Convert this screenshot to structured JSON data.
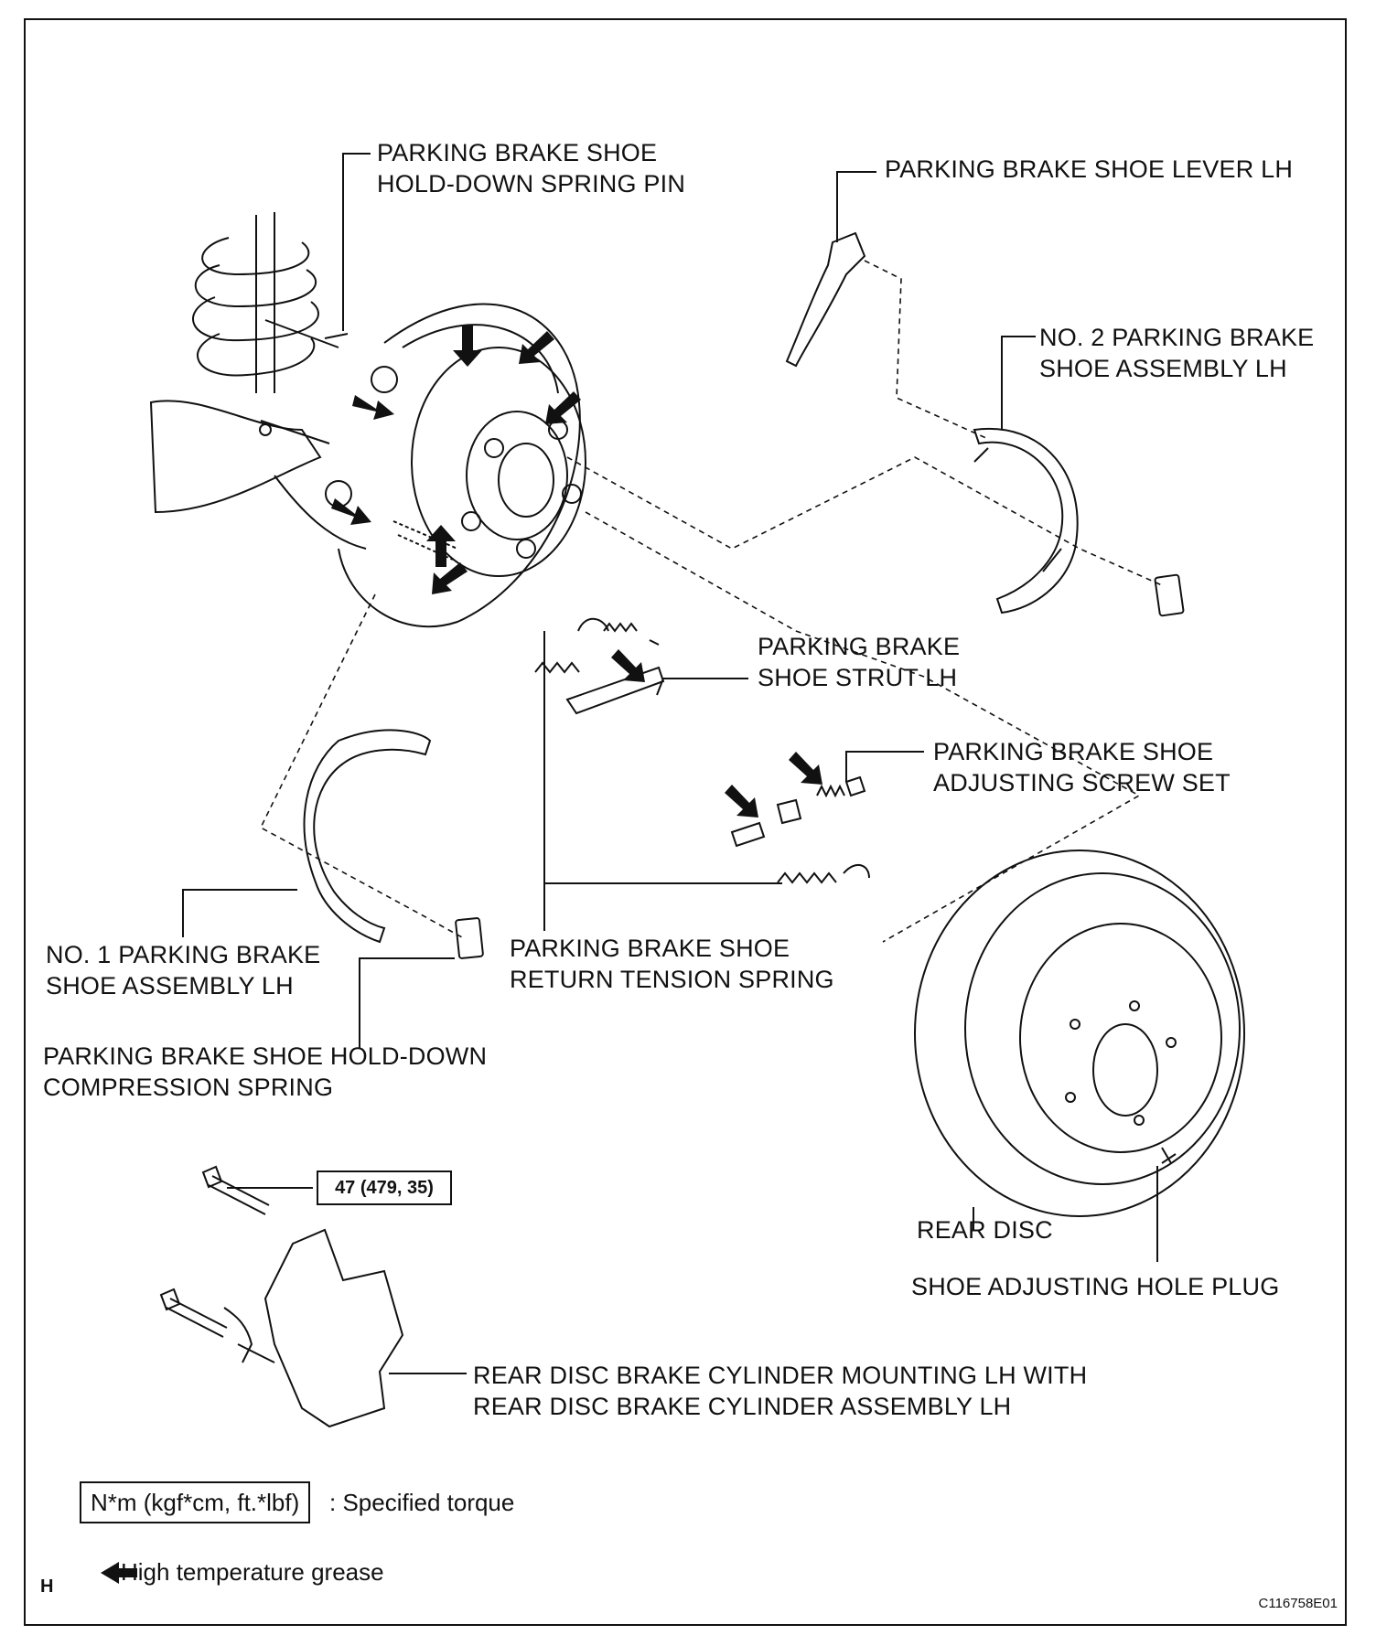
{
  "labels": {
    "hold_down_pin": [
      "PARKING BRAKE SHOE",
      "HOLD-DOWN SPRING PIN"
    ],
    "shoe_lever": [
      "PARKING BRAKE SHOE LEVER LH"
    ],
    "no2_shoe": [
      "NO. 2 PARKING BRAKE",
      "SHOE ASSEMBLY LH"
    ],
    "strut": [
      "PARKING BRAKE",
      "SHOE STRUT LH"
    ],
    "adjusting_screw": [
      "PARKING BRAKE SHOE",
      "ADJUSTING SCREW SET"
    ],
    "no1_shoe": [
      "NO. 1 PARKING BRAKE",
      "SHOE ASSEMBLY LH"
    ],
    "return_spring": [
      "PARKING BRAKE SHOE",
      "RETURN TENSION SPRING"
    ],
    "compression_spring": [
      "PARKING BRAKE SHOE HOLD-DOWN",
      "COMPRESSION SPRING"
    ],
    "rear_disc": [
      "REAR DISC"
    ],
    "hole_plug": [
      "SHOE ADJUSTING HOLE PLUG"
    ],
    "cylinder": [
      "REAR DISC BRAKE CYLINDER MOUNTING LH WITH",
      "REAR DISC BRAKE CYLINDER ASSEMBLY LH"
    ]
  },
  "torque_value": "47 (479, 35)",
  "legend": {
    "torque_unit": "N*m (kgf*cm, ft.*lbf)",
    "torque_desc": ": Specified torque",
    "grease_desc": "High temperature grease"
  },
  "page_mark": "H",
  "figure_code": "C116758E01"
}
